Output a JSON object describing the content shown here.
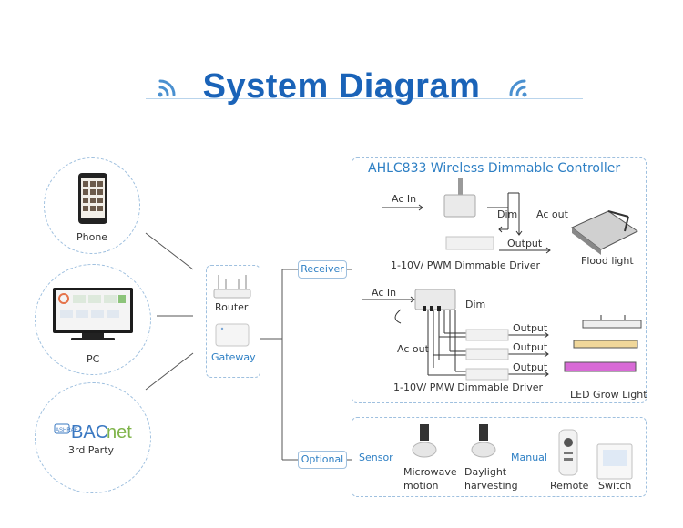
{
  "title": "System Diagram",
  "left": {
    "phone_label": "Phone",
    "pc_label": "PC",
    "third_party_label": "3rd Party",
    "bacnet_logo": "BACnet"
  },
  "gateway_box": {
    "router_label": "Router",
    "gateway_label": "Gateway"
  },
  "branches": {
    "receiver_label": "Receiver",
    "optional_label": "Optional"
  },
  "receiver_panel": {
    "title": "AHLC833 Wireless Dimmable Controller",
    "top": {
      "ac_in": "Ac In",
      "dim": "Dim",
      "ac_out": "Ac out",
      "output": "Output",
      "driver": "1-10V/ PWM Dimmable Driver",
      "flood_light": "Flood light"
    },
    "bottom": {
      "ac_in": "Ac In",
      "dim": "Dim",
      "ac_out": "Ac out",
      "outputs": [
        "Output",
        "Output",
        "Output"
      ],
      "driver": "1-10V/ PMW Dimmable Driver",
      "grow_light": "LED Grow Light"
    }
  },
  "optional_panel": {
    "sensor_label": "Sensor",
    "manual_label": "Manual",
    "microwave_line1": "Microwave",
    "microwave_line2": "motion",
    "daylight_line1": "Daylight",
    "daylight_line2": "harvesting",
    "remote_label": "Remote",
    "switch_label": "Switch"
  },
  "colors": {
    "title_blue": "#1a63b8",
    "accent_blue": "#2d7fc4",
    "dash_border": "#9fc0df"
  }
}
